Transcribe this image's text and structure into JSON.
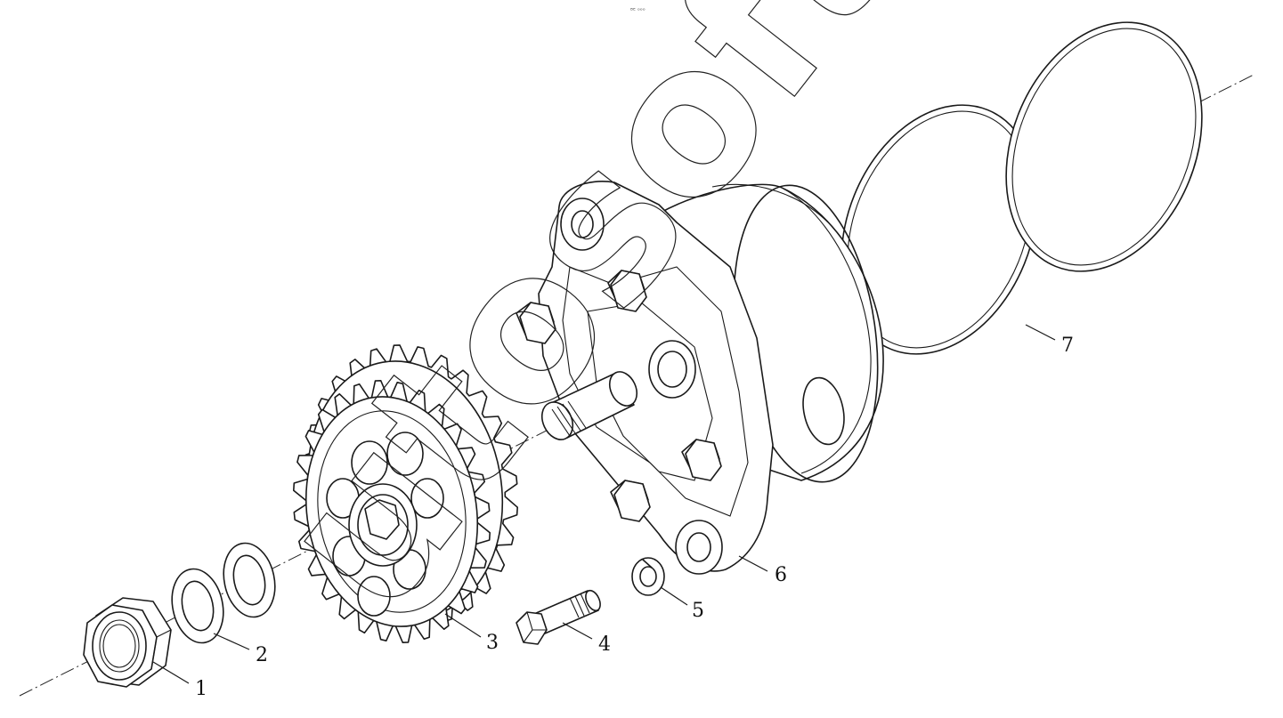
{
  "header_mark": "ᴮᴱ ᵒᵒᵒ",
  "callouts": [
    "1",
    "2",
    "3",
    "4",
    "5",
    "6",
    "7"
  ],
  "watermark_text": "utosoft"
}
